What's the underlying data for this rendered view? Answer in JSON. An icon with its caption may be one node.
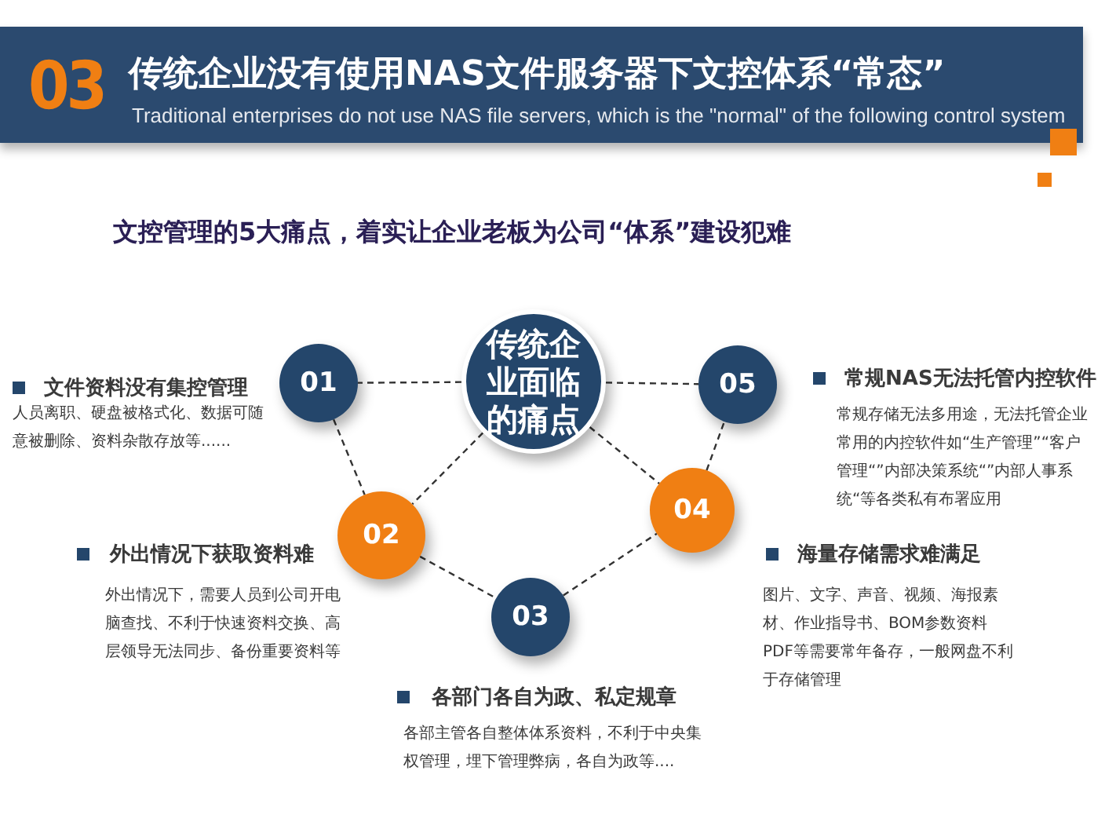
{
  "diagram": {
    "title": "传统企业没有使用NAS文件服务器下文控体系“常态”",
    "nodes": [
      {
        "text": [
          "传统企业面临的痛点"
        ]
      },
      {
        "text": [
          "01"
        ],
        "beside": [
          "文件资料没有集控管理",
          "人员离职、硬盘被格式化、数据可随意被删除、资料杂散存放等......"
        ]
      },
      {
        "text": [
          "02"
        ],
        "beside": [
          "外出情况下获取资料难",
          "外出情况下，需要人员到公司开电脑查找、不利于快速资料交换、高层领导无法同步、备份重要资料等"
        ]
      },
      {
        "text": [
          "03"
        ],
        "beside": [
          "各部门各自为政、私定规章",
          "各部主管各自整体体系资料，不利于中央集权管理，埋下管理弊病，各自为政等...."
        ]
      },
      {
        "text": [
          "04"
        ],
        "beside": [
          "海量存储需求难满足",
          "图片、文字、声音、视频、海报素材、作业指导书、BOM参数资料PDF等需要常年备存，一般网盘不利于存储管理"
        ]
      },
      {
        "text": [
          "05"
        ],
        "beside": [
          "常规NAS无法托管内控软件",
          "常规存储无法多用途，无法托管企业常用的内控软件如“生产管理”“客户管理“”内部决策系统“”内部人事系统“等各类私有布署应用"
        ]
      }
    ],
    "edges": [
      {
        "from": 0,
        "to": 1,
        "arrow": "none",
        "style": "dashed"
      },
      {
        "from": 0,
        "to": 5,
        "arrow": "none",
        "style": "dashed"
      },
      {
        "from": 0,
        "to": 2,
        "arrow": "none",
        "style": "dashed"
      },
      {
        "from": 0,
        "to": 4,
        "arrow": "none",
        "style": "dashed"
      },
      {
        "from": 1,
        "to": 2,
        "arrow": "none",
        "style": "dashed"
      },
      {
        "from": 2,
        "to": 3,
        "arrow": "none",
        "style": "dashed"
      },
      {
        "from": 3,
        "to": 4,
        "arrow": "none",
        "style": "dashed"
      },
      {
        "from": 4,
        "to": 5,
        "arrow": "none",
        "style": "dashed"
      }
    ],
    "labels": [
      "03",
      "Traditional enterprises do not use NAS file servers, which is the \"normal\" of the following control system",
      "文控管理的5大痛点，着实让企业老板为公司“体系”建设犯难"
    ]
  }
}
